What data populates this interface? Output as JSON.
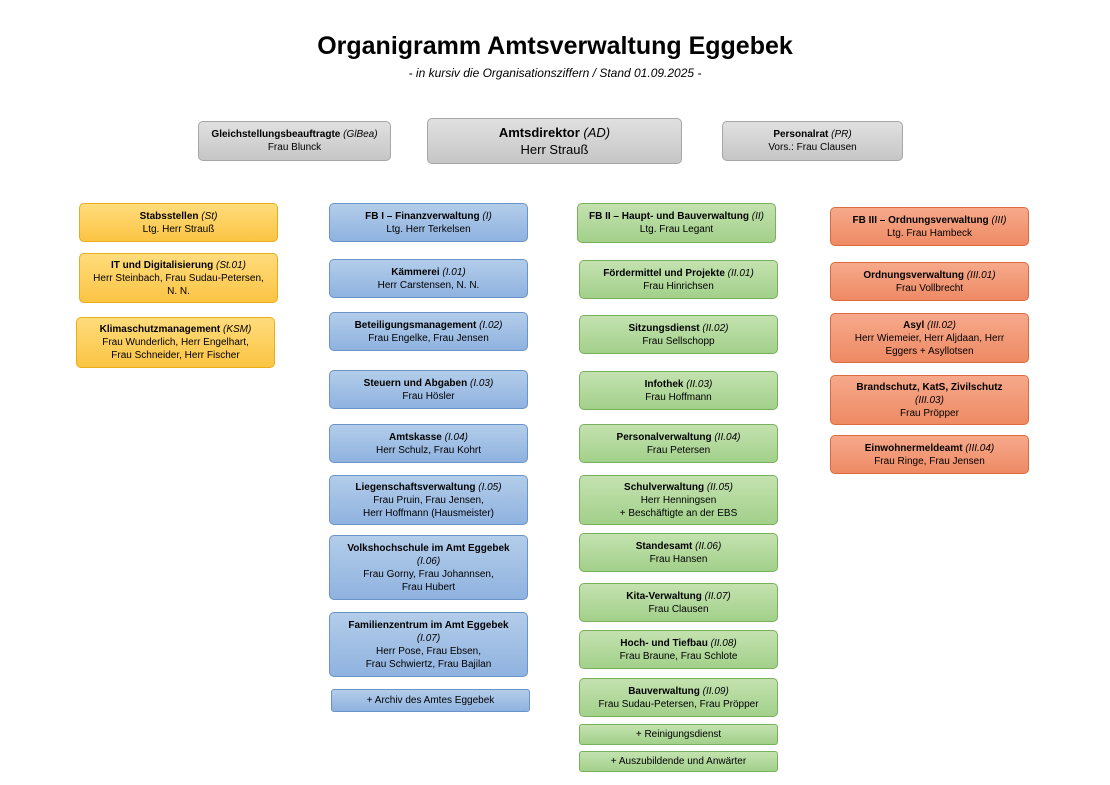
{
  "header": {
    "title": "Organigramm Amtsverwaltung Eggebek",
    "subtitle": "- in kursiv die Organisationsziffern / Stand 01.09.2025 -"
  },
  "top": {
    "gleich": {
      "name": "Gleichstellungsbeauftragte",
      "code": "(GlBea)",
      "line1": "Frau Blunck"
    },
    "amtsdirektor": {
      "name": "Amtsdirektor",
      "code": "(AD)",
      "line1": "Herr Strauß"
    },
    "personalrat": {
      "name": "Personalrat",
      "code": "(PR)",
      "line1": "Vors.: Frau Clausen"
    }
  },
  "stab": [
    {
      "name": "Stabsstellen",
      "code": "(St)",
      "line1": "Ltg. Herr Strauß"
    },
    {
      "name": "IT und Digitalisierung",
      "code": "(St.01)",
      "line1": "Herr Steinbach, Frau Sudau-Petersen,",
      "line2": "N. N."
    },
    {
      "name": "Klimaschutzmanagement",
      "code": "(KSM)",
      "line1": "Frau Wunderlich, Herr Engelhart,",
      "line2": "Frau Schneider, Herr Fischer"
    }
  ],
  "fb1": [
    {
      "name": "FB I – Finanzverwaltung",
      "code": "(I)",
      "line1": "Ltg. Herr Terkelsen"
    },
    {
      "name": "Kämmerei",
      "code": "(I.01)",
      "line1": "Herr Carstensen, N. N."
    },
    {
      "name": "Beteiligungsmanagement",
      "code": "(I.02)",
      "line1": "Frau Engelke, Frau Jensen"
    },
    {
      "name": "Steuern und Abgaben",
      "code": "(I.03)",
      "line1": "Frau Hösler"
    },
    {
      "name": "Amtskasse",
      "code": "(I.04)",
      "line1": "Herr Schulz, Frau Kohrt"
    },
    {
      "name": "Liegenschaftsverwaltung",
      "code": "(I.05)",
      "line1": "Frau Pruin, Frau Jensen,",
      "line2": "Herr Hoffmann (Hausmeister)"
    },
    {
      "name": "Volkshochschule im Amt Eggebek",
      "code": "(I.06)",
      "line1": "Frau Gorny, Frau Johannsen,",
      "line2": "Frau Hubert"
    },
    {
      "name": "Familienzentrum im Amt Eggebek",
      "code": "(I.07)",
      "line1": "Herr Pose, Frau Ebsen,",
      "line2": "Frau Schwiertz, Frau Bajilan"
    },
    {
      "line1": "+ Archiv des Amtes Eggebek"
    }
  ],
  "fb2": [
    {
      "name": "FB II – Haupt- und Bauverwaltung",
      "code": "(II)",
      "line1": "Ltg. Frau Legant"
    },
    {
      "name": "Fördermittel und Projekte",
      "code": "(II.01)",
      "line1": "Frau Hinrichsen"
    },
    {
      "name": "Sitzungsdienst",
      "code": "(II.02)",
      "line1": "Frau Sellschopp"
    },
    {
      "name": "Infothek",
      "code": "(II.03)",
      "line1": "Frau Hoffmann"
    },
    {
      "name": "Personalverwaltung",
      "code": "(II.04)",
      "line1": "Frau Petersen"
    },
    {
      "name": "Schulverwaltung",
      "code": "(II.05)",
      "line1": "Herr Henningsen",
      "line2": "+ Beschäftigte an der EBS"
    },
    {
      "name": "Standesamt",
      "code": "(II.06)",
      "line1": "Frau Hansen"
    },
    {
      "name": "Kita-Verwaltung",
      "code": "(II.07)",
      "line1": "Frau Clausen"
    },
    {
      "name": "Hoch- und Tiefbau",
      "code": "(II.08)",
      "line1": "Frau Braune, Frau Schlote"
    },
    {
      "name": "Bauverwaltung",
      "code": "(II.09)",
      "line1": "Frau Sudau-Petersen, Frau Pröpper"
    },
    {
      "line1": "+ Reinigungsdienst"
    },
    {
      "line1": "+ Auszubildende und Anwärter"
    }
  ],
  "fb3": [
    {
      "name": "FB III – Ordnungsverwaltung",
      "code": "(III)",
      "line1": "Ltg. Frau Hambeck"
    },
    {
      "name": "Ordnungsverwaltung",
      "code": "(III.01)",
      "line1": "Frau Vollbrecht"
    },
    {
      "name": "Asyl",
      "code": "(III.02)",
      "line1": "Herr Wiemeier, Herr Aljdaan, Herr",
      "line2": "Eggers + Asyllotsen"
    },
    {
      "name": "Brandschutz, KatS, Zivilschutz",
      "code": "(III.03)",
      "line1": "Frau Pröpper"
    },
    {
      "name": "Einwohnermeldeamt",
      "code": "(III.04)",
      "line1": "Frau Ringe, Frau Jensen"
    }
  ]
}
